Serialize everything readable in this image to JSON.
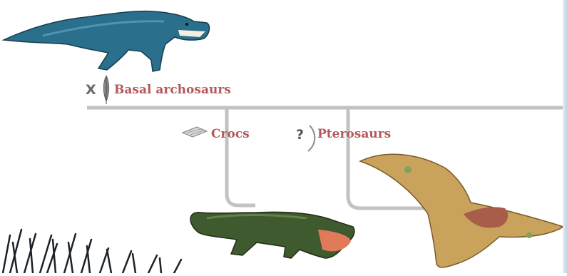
{
  "tree": {
    "line_color": "#c2c2c2",
    "label_color": "#b4585a"
  },
  "clades": {
    "basal": {
      "label": "Basal archosaurs",
      "status_mark": "X",
      "icon": "feather-icon"
    },
    "crocs": {
      "label": "Crocs",
      "icon": "skin-patch-icon"
    },
    "pterosaurs": {
      "label": "Pterosaurs",
      "status_mark": "?",
      "icon": "fiber-icon"
    }
  },
  "illustrations": {
    "basal_archosaur": {
      "icon": "basal-archosaur-illustration",
      "color": "#2a6f8c"
    },
    "crocodile": {
      "icon": "crocodile-illustration",
      "color": "#3f5a2e"
    },
    "pterosaur": {
      "icon": "pterosaur-illustration",
      "color": "#c9a35c"
    },
    "grass": {
      "icon": "grass-illustration",
      "color": "#1b2228"
    }
  }
}
